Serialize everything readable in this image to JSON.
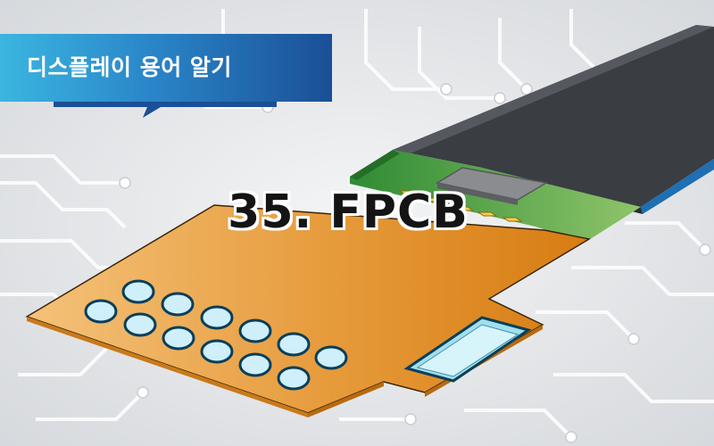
{
  "banner": {
    "text": "디스플레이 용어 알기"
  },
  "title": {
    "text": "35. FPCB"
  },
  "colors": {
    "background": "#e4e6e9",
    "circuit_trace": "#ffffff",
    "banner_blue": "#1b5aa6",
    "banner_cyan": "#3bb6e0",
    "fpcb_orange": "#e08a20",
    "fpcb_light": "#f2b86a",
    "pcb_green": "#3f9a3a",
    "panel_dark": "#3a3d42",
    "panel_edge_blue": "#1e6fb3",
    "pad_fill": "#cfeffa",
    "pad_stroke": "#0a3f5a"
  },
  "illustration": {
    "subject": "fpcb-connected-to-display-panel",
    "pad_count": 12,
    "gold_finger_count": 5
  }
}
